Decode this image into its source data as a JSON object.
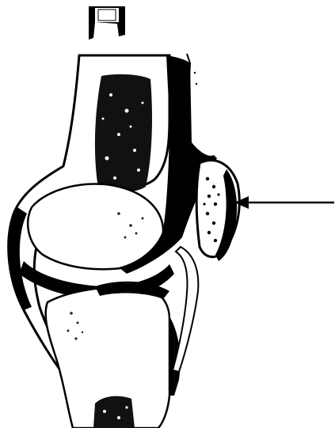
{
  "figure": {
    "subject": "knee-joint-sagittal-section-illustration",
    "style": "black-and-white-ink-drawing",
    "pointer": "arrow-pointing-left-at-patella-region"
  },
  "colors": {
    "ink": "#000000",
    "paper": "#ffffff",
    "speckle": "#111111"
  }
}
